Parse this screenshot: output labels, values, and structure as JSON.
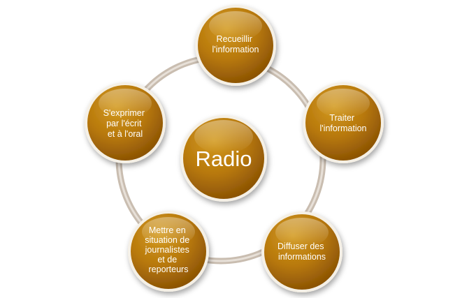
{
  "diagram": {
    "type": "cycle",
    "center": {
      "label": "Radio"
    },
    "nodes": [
      {
        "id": "recueillir",
        "lines": [
          "Recueillir",
          "l'information"
        ]
      },
      {
        "id": "traiter",
        "lines": [
          "Traiter",
          "l'information"
        ]
      },
      {
        "id": "diffuser",
        "lines": [
          "Diffuser des",
          "informations"
        ]
      },
      {
        "id": "mettre",
        "lines": [
          "Mettre en",
          "situation de",
          "journalistes",
          "et de",
          "reporteurs"
        ]
      },
      {
        "id": "exprimer",
        "lines": [
          "S'exprimer",
          "par l'écrit",
          "et à l'oral"
        ]
      }
    ],
    "colors": {
      "node_fill_light": "#d39a1f",
      "node_fill_mid": "#b7780c",
      "node_fill_dark": "#8a5204",
      "node_rim": "#f5f0e6",
      "ring": "#c9bdb0",
      "ring_highlight": "#efe9e2",
      "text": "#ffffff"
    }
  }
}
